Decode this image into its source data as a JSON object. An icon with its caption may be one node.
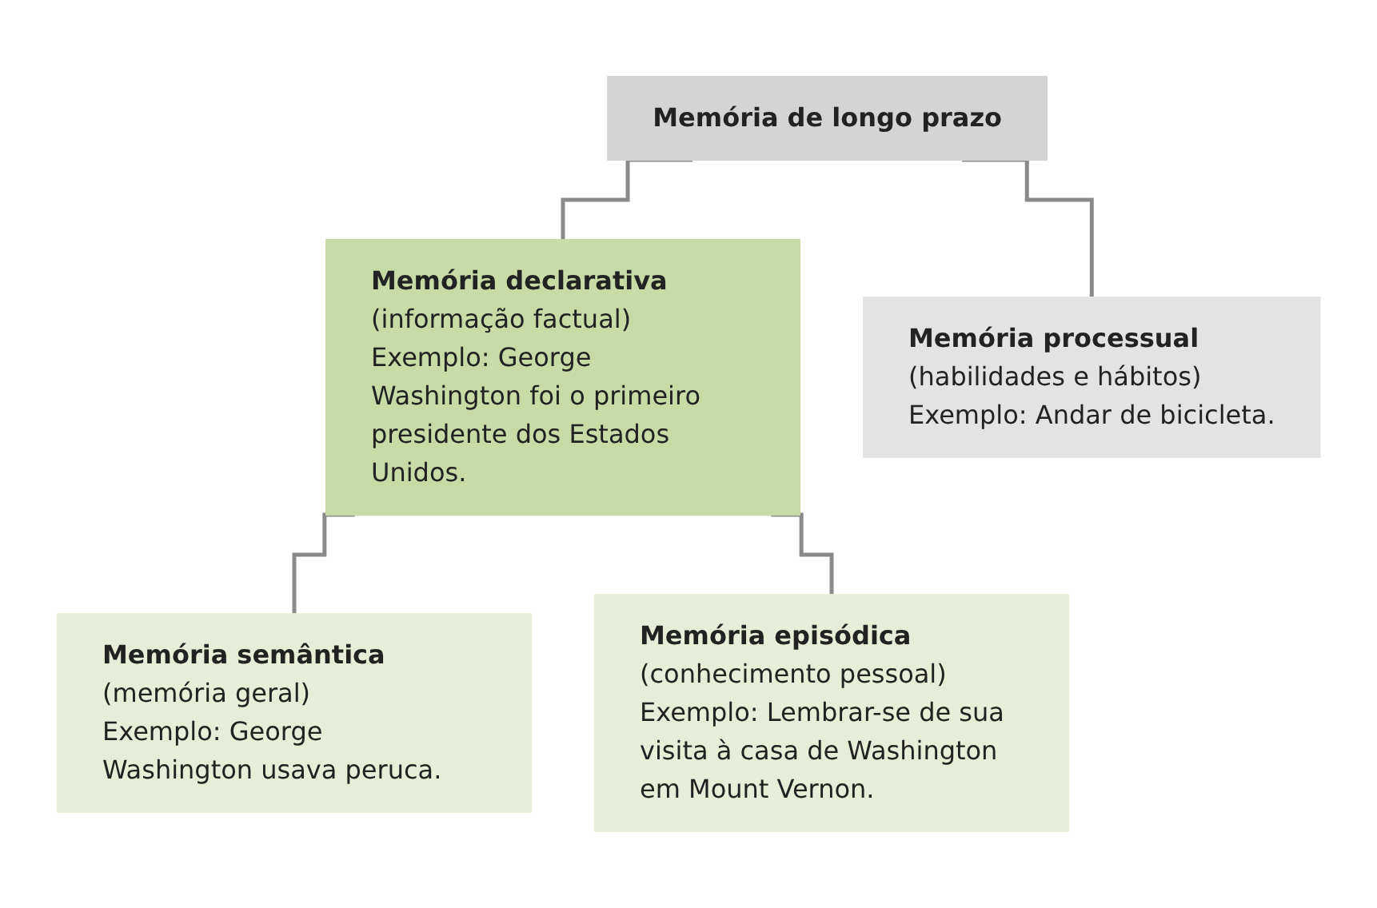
{
  "diagram": {
    "nodes": [
      {
        "text": [
          "Memória de longo prazo"
        ]
      },
      {
        "text": [
          "Memória declarativa",
          "(informação factual)",
          "Exemplo: George Washington foi o primeiro presidente dos Estados Unidos."
        ]
      },
      {
        "text": [
          "Memória processual",
          "(habilidades e hábitos)",
          "Exemplo: Andar de bicicleta."
        ]
      },
      {
        "text": [
          "Memória semântica",
          "(memória geral)",
          "Exemplo: George Washington usava peruca."
        ]
      },
      {
        "text": [
          "Memória episódica",
          "(conhecimento pessoal)",
          "Exemplo: Lembrar-se de sua visita à casa de Washington em Mount Vernon."
        ]
      }
    ],
    "edges": [
      {
        "from": 0,
        "to": 1,
        "arrow": "none"
      },
      {
        "from": 0,
        "to": 2,
        "arrow": "none"
      },
      {
        "from": 1,
        "to": 3,
        "arrow": "none"
      },
      {
        "from": 1,
        "to": 4,
        "arrow": "none"
      }
    ]
  }
}
